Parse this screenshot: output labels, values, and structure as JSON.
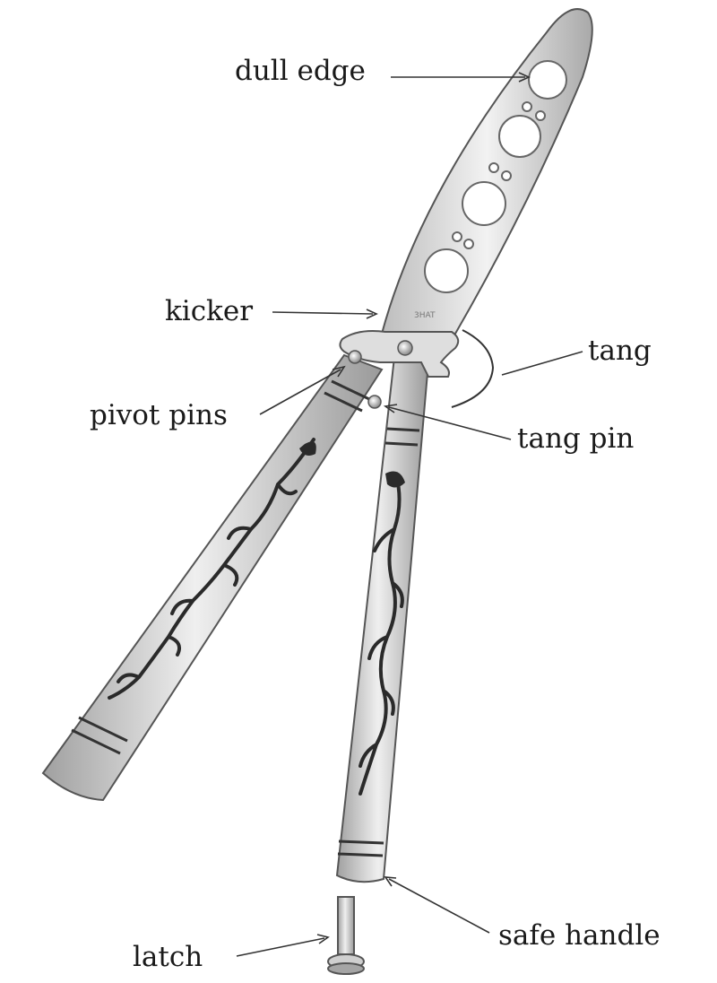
{
  "labels": {
    "dull_edge": "dull edge",
    "kicker": "kicker",
    "tang": "tang",
    "pivot_pins": "pivot pins",
    "tang_pin": "tang pin",
    "safe_handle": "safe handle",
    "latch": "latch"
  },
  "colors": {
    "steel_light": "#ececec",
    "steel_mid": "#c9c9c9",
    "steel_dark": "#8f8f8f",
    "outline": "#555555",
    "engraving": "#2a2a2a",
    "leader": "#333333"
  }
}
